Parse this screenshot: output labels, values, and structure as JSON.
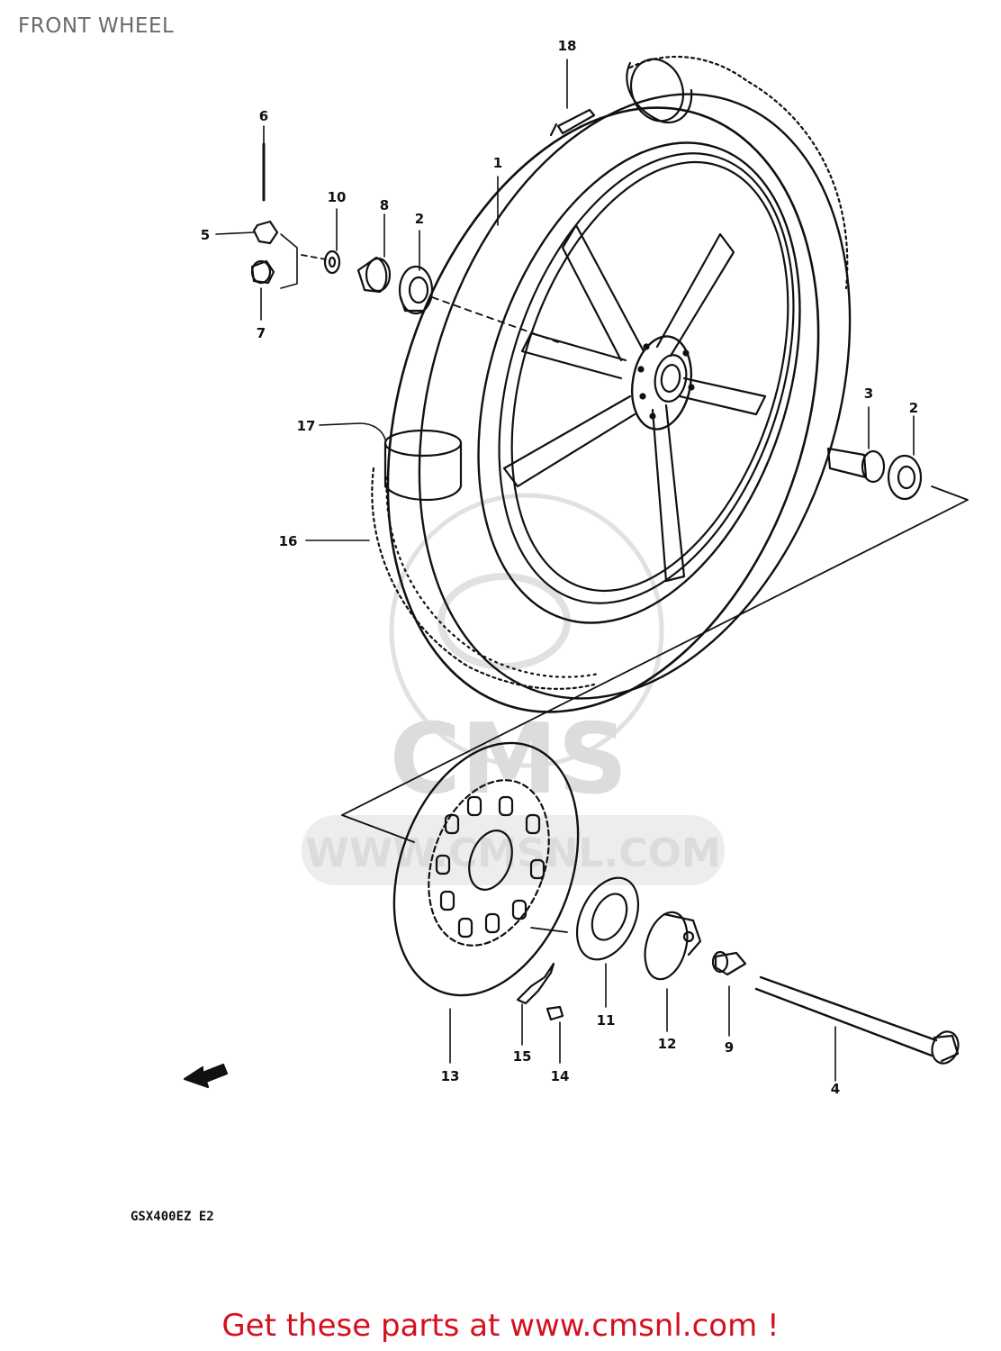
{
  "title": "FRONT WHEEL",
  "model_code": "GSX400EZ E2",
  "watermark": {
    "brand": "CMS",
    "url": "WWW.CMSNL.COM"
  },
  "call_to_action": "Get these parts at www.cmsnl.com !",
  "colors": {
    "cta": "#d4101e",
    "title": "#6a6a6a",
    "line": "#111111",
    "watermark": "#d9d9d9"
  },
  "callouts": [
    {
      "id": "c1",
      "text": "1"
    },
    {
      "id": "c2a",
      "text": "2"
    },
    {
      "id": "c2b",
      "text": "2"
    },
    {
      "id": "c3",
      "text": "3"
    },
    {
      "id": "c4",
      "text": "4"
    },
    {
      "id": "c5",
      "text": "5"
    },
    {
      "id": "c6",
      "text": "6"
    },
    {
      "id": "c7",
      "text": "7"
    },
    {
      "id": "c8",
      "text": "8"
    },
    {
      "id": "c9",
      "text": "9"
    },
    {
      "id": "c10",
      "text": "10"
    },
    {
      "id": "c11",
      "text": "11"
    },
    {
      "id": "c12",
      "text": "12"
    },
    {
      "id": "c13",
      "text": "13"
    },
    {
      "id": "c14",
      "text": "14"
    },
    {
      "id": "c15",
      "text": "15"
    },
    {
      "id": "c16",
      "text": "16"
    },
    {
      "id": "c17",
      "text": "17"
    },
    {
      "id": "c18",
      "text": "18"
    }
  ]
}
